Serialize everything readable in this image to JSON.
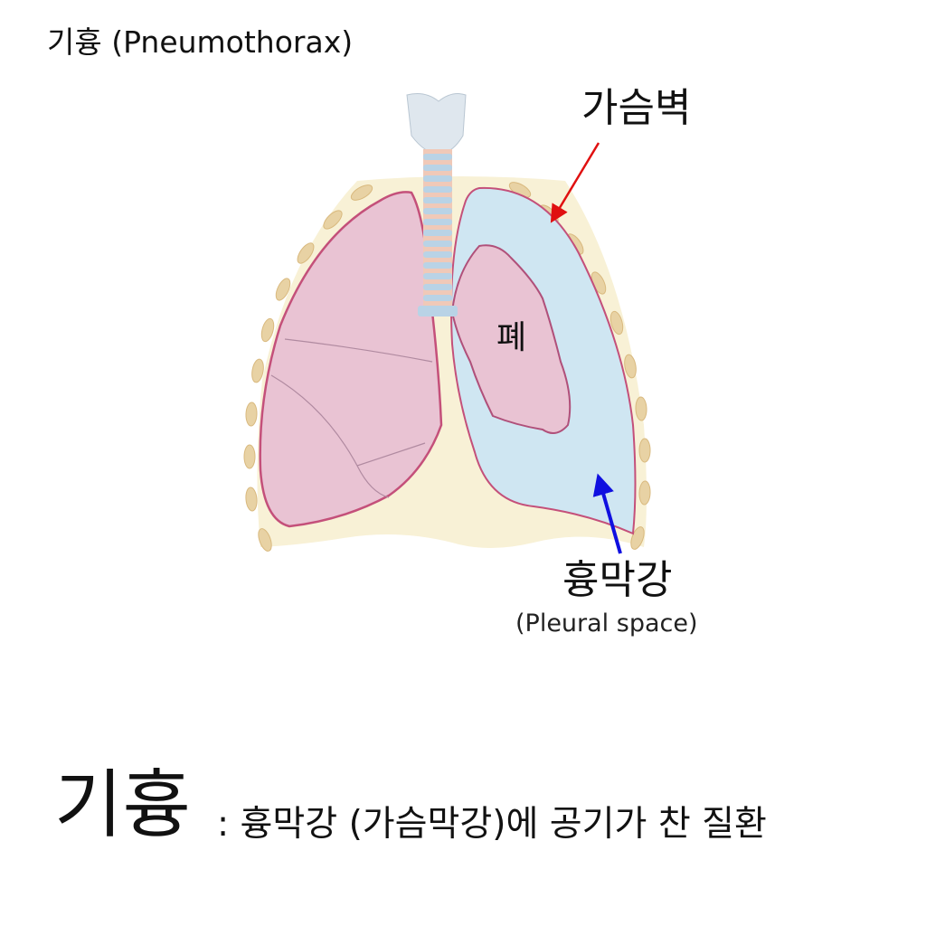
{
  "title": "기흉 (Pneumothorax)",
  "labels": {
    "chest_wall": "가슴벽",
    "lung": "폐",
    "pleural_space_ko": "흉막강",
    "pleural_space_en": "(Pleural space)"
  },
  "footer": {
    "term": "기흉",
    "definition": ": 흉막강 (가슴막강)에 공기가 찬 질환"
  },
  "colors": {
    "chest_arrow": "#e01010",
    "pleural_arrow": "#1010e0",
    "lung_fill": "#e9c3d3",
    "pleural_fill": "#cfe6f2",
    "chest_fill": "#f8f1d6",
    "rib_fill": "#e8d2a4"
  }
}
